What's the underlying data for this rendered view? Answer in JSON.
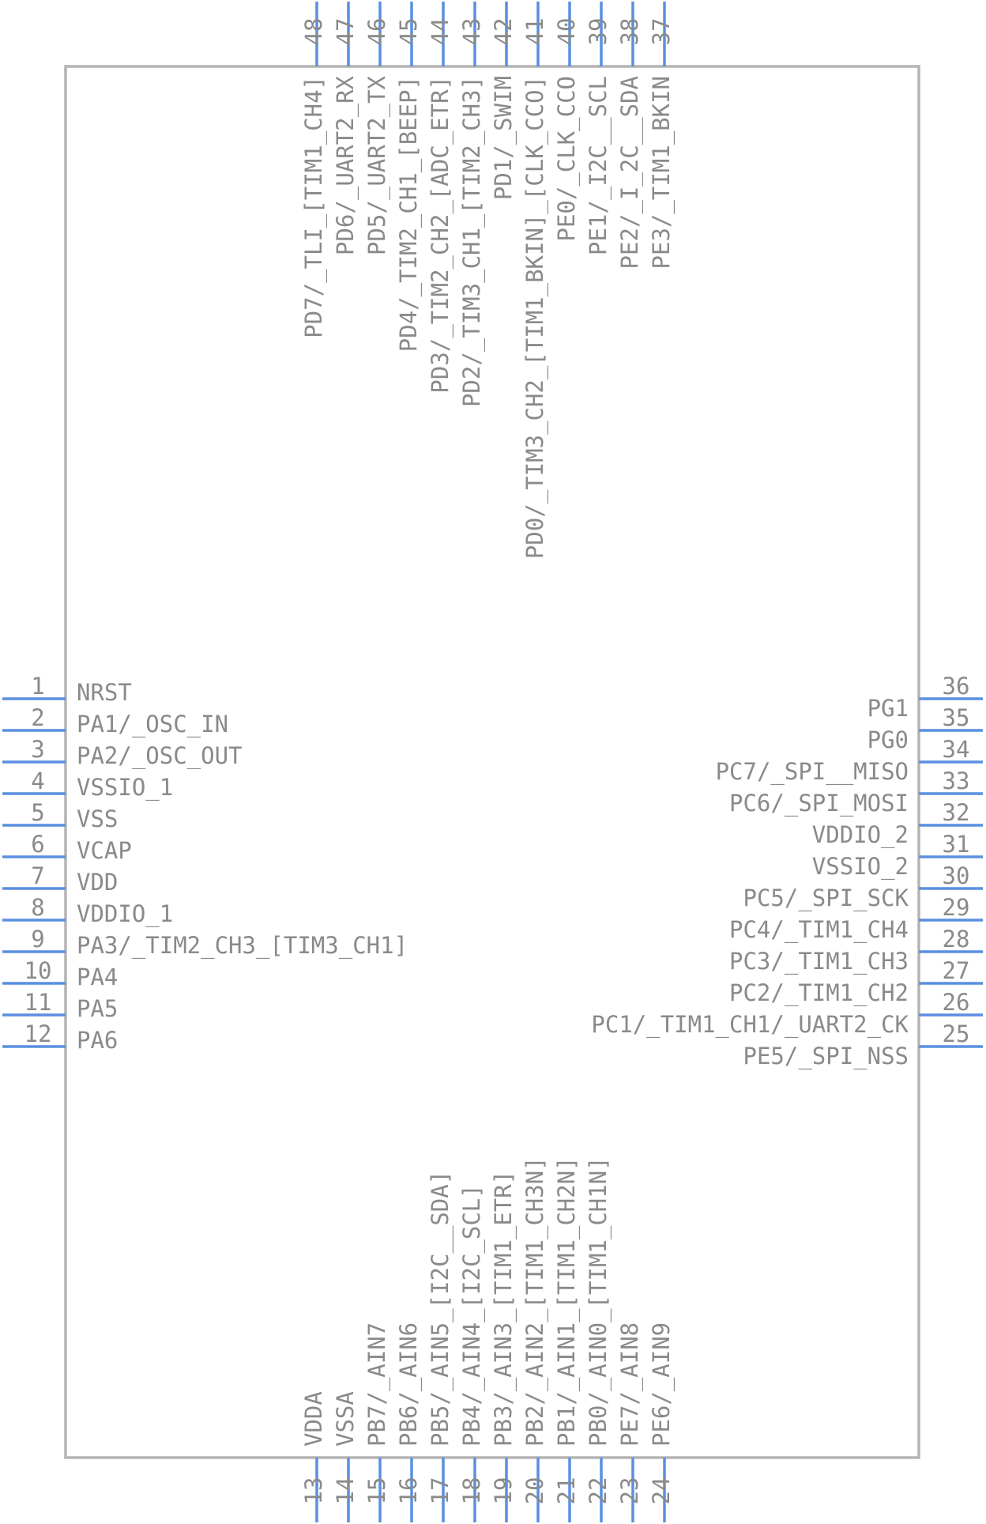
{
  "component": {
    "left": [
      {
        "num": "1",
        "label": "NRST"
      },
      {
        "num": "2",
        "label": "PA1/_OSC_IN"
      },
      {
        "num": "3",
        "label": "PA2/_OSC_OUT"
      },
      {
        "num": "4",
        "label": "VSSIO_1"
      },
      {
        "num": "5",
        "label": "VSS"
      },
      {
        "num": "6",
        "label": "VCAP"
      },
      {
        "num": "7",
        "label": "VDD"
      },
      {
        "num": "8",
        "label": "VDDIO_1"
      },
      {
        "num": "9",
        "label": "PA3/_TIM2_CH3_[TIM3_CH1]"
      },
      {
        "num": "10",
        "label": "PA4"
      },
      {
        "num": "11",
        "label": "PA5"
      },
      {
        "num": "12",
        "label": "PA6"
      }
    ],
    "bottom": [
      {
        "num": "13",
        "label": "VDDA"
      },
      {
        "num": "14",
        "label": "VSSA"
      },
      {
        "num": "15",
        "label": "PB7/_AIN7"
      },
      {
        "num": "16",
        "label": "PB6/_AIN6"
      },
      {
        "num": "17",
        "label": "PB5/_AIN5_[I2C__SDA]"
      },
      {
        "num": "18",
        "label": "PB4/_AIN4_[I2C_SCL]"
      },
      {
        "num": "19",
        "label": "PB3/_AIN3_[TIM1_ETR]"
      },
      {
        "num": "20",
        "label": "PB2/_AIN2_[TIM1_CH3N]"
      },
      {
        "num": "21",
        "label": "PB1/_AIN1_[TIM1_CH2N]"
      },
      {
        "num": "22",
        "label": "PB0/_AIN0_[TIM1_CH1N]"
      },
      {
        "num": "23",
        "label": "PE7/_AIN8"
      },
      {
        "num": "24",
        "label": "PE6/_AIN9"
      }
    ],
    "right": [
      {
        "num": "25",
        "label": "PE5/_SPI_NSS"
      },
      {
        "num": "26",
        "label": "PC1/_TIM1_CH1/_UART2_CK"
      },
      {
        "num": "27",
        "label": "PC2/_TIM1_CH2"
      },
      {
        "num": "28",
        "label": "PC3/_TIM1_CH3"
      },
      {
        "num": "29",
        "label": "PC4/_TIM1_CH4"
      },
      {
        "num": "30",
        "label": "PC5/_SPI_SCK"
      },
      {
        "num": "31",
        "label": "VSSIO_2"
      },
      {
        "num": "32",
        "label": "VDDIO_2"
      },
      {
        "num": "33",
        "label": "PC6/_SPI_MOSI"
      },
      {
        "num": "34",
        "label": "PC7/_SPI__MISO"
      },
      {
        "num": "35",
        "label": "PG0"
      },
      {
        "num": "36",
        "label": "PG1"
      }
    ],
    "top": [
      {
        "num": "37",
        "label": "PE3/_TIM1_BKIN"
      },
      {
        "num": "38",
        "label": "PE2/_I_2C__SDA"
      },
      {
        "num": "39",
        "label": "PE1/_I2C__SCL"
      },
      {
        "num": "40",
        "label": "PE0/_CLK_CCO"
      },
      {
        "num": "41",
        "label": "PD0/_TIM3_CH2_[TIM1_BKIN]_[CLK_CCO]"
      },
      {
        "num": "42",
        "label": "PD1/_SWIM"
      },
      {
        "num": "43",
        "label": "PD2/_TIM3_CH1_[TIM2_CH3]"
      },
      {
        "num": "44",
        "label": "PD3/_TIM2_CH2_[ADC_ETR]"
      },
      {
        "num": "45",
        "label": "PD4/_TIM2_CH1_[BEEP]"
      },
      {
        "num": "46",
        "label": "PD5/_UART2_TX"
      },
      {
        "num": "47",
        "label": "PD6/_UART2_RX"
      },
      {
        "num": "48",
        "label": "PD7/_TLI_[TIM1_CH4]"
      }
    ],
    "colors": {
      "pin": "#5a8fe0",
      "body": "#b4b4b4",
      "text": "#8a8a8a"
    }
  }
}
